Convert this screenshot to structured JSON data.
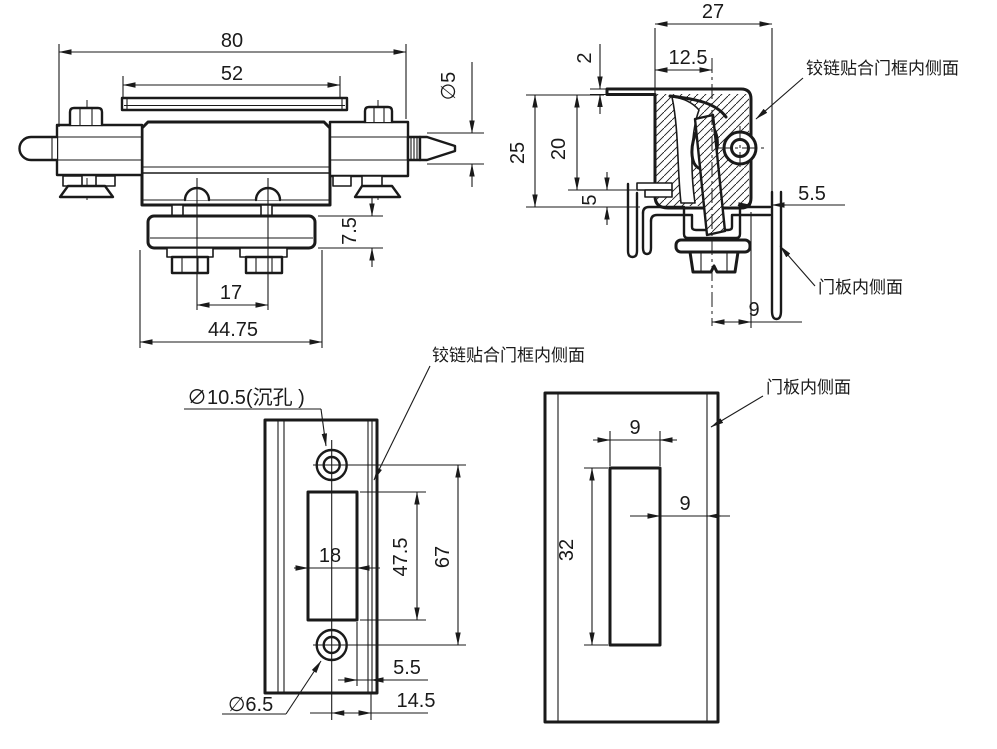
{
  "drawing": {
    "type": "engineering-drawing",
    "line_color": "#1a1a1a",
    "bg_color": "#ffffff",
    "front_view": {
      "dim_overall_width": "80",
      "dim_top_plate_width": "52",
      "dim_pin_diameter": "∅5",
      "dim_block_height": "7.5",
      "dim_stud_spacing": "17",
      "dim_base_width": "44.75"
    },
    "section_view": {
      "dim_overall_depth": "27",
      "dim_center_offset": "12.5",
      "dim_flange_thickness": "2",
      "dim_total_height": "25",
      "dim_inner_height": "20",
      "dim_lip_gap": "5",
      "dim_face_offset": "5.5",
      "dim_center_to_face": "9",
      "label_frame_side": "铰链贴合门框内侧面",
      "label_door_side": "门板内侧面"
    },
    "plate_view": {
      "dim_counterbore": "∅10.5(沉孔 )",
      "dim_slot_width": "18",
      "dim_slot_height": "47.5",
      "dim_hole_spacing": "67",
      "dim_slot_to_face": "5.5",
      "dim_center_to_face": "14.5",
      "dim_hole_diameter": "∅6.5",
      "label_frame_side": "铰链贴合门框内侧面"
    },
    "panel_view": {
      "dim_cutout_width": "9",
      "dim_cutout_to_edge": "9",
      "dim_cutout_height": "32",
      "label_door_side": "门板内侧面"
    }
  }
}
